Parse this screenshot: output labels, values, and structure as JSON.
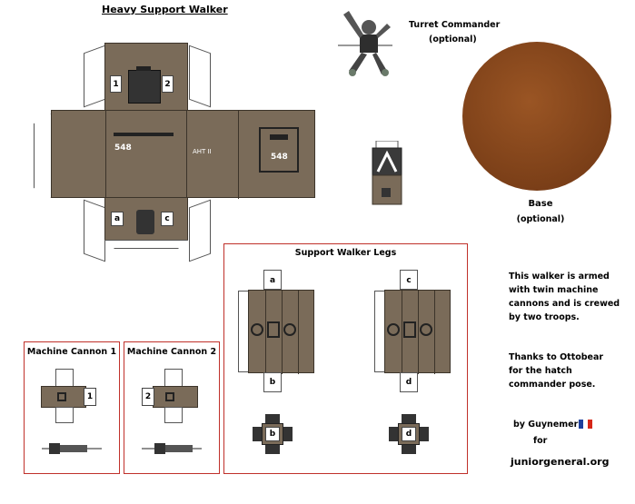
{
  "title": "Heavy Support Walker",
  "turret": {
    "name": "Turret Commander",
    "note": "(optional)"
  },
  "base": {
    "name": "Base",
    "note": "(optional)"
  },
  "hull": {
    "number_left": "548",
    "designation": "AHT II",
    "number_right": "548",
    "tab1": "1",
    "tab2": "2",
    "taba": "a",
    "tabc": "c"
  },
  "legs": {
    "heading": "Support Walker Legs",
    "a": "a",
    "b": "b",
    "c": "c",
    "d": "d"
  },
  "cannon1": {
    "heading": "Machine Cannon 1",
    "tab": "1"
  },
  "cannon2": {
    "heading": "Machine Cannon 2",
    "tab": "2"
  },
  "description": {
    "line1": "This walker is armed",
    "line2": "with twin machine",
    "line3": "cannons and is crewed",
    "line4": "by two troops."
  },
  "thanks": {
    "line1": "Thanks to Ottobear",
    "line2": "for the hatch",
    "line3": "commander pose."
  },
  "credit": {
    "by": "by Guynemer",
    "for": "for",
    "site": "juniorgeneral.org"
  },
  "colors": {
    "hull": "#7a6b59",
    "base": "#8a4a1e",
    "border": "#c0302a"
  }
}
